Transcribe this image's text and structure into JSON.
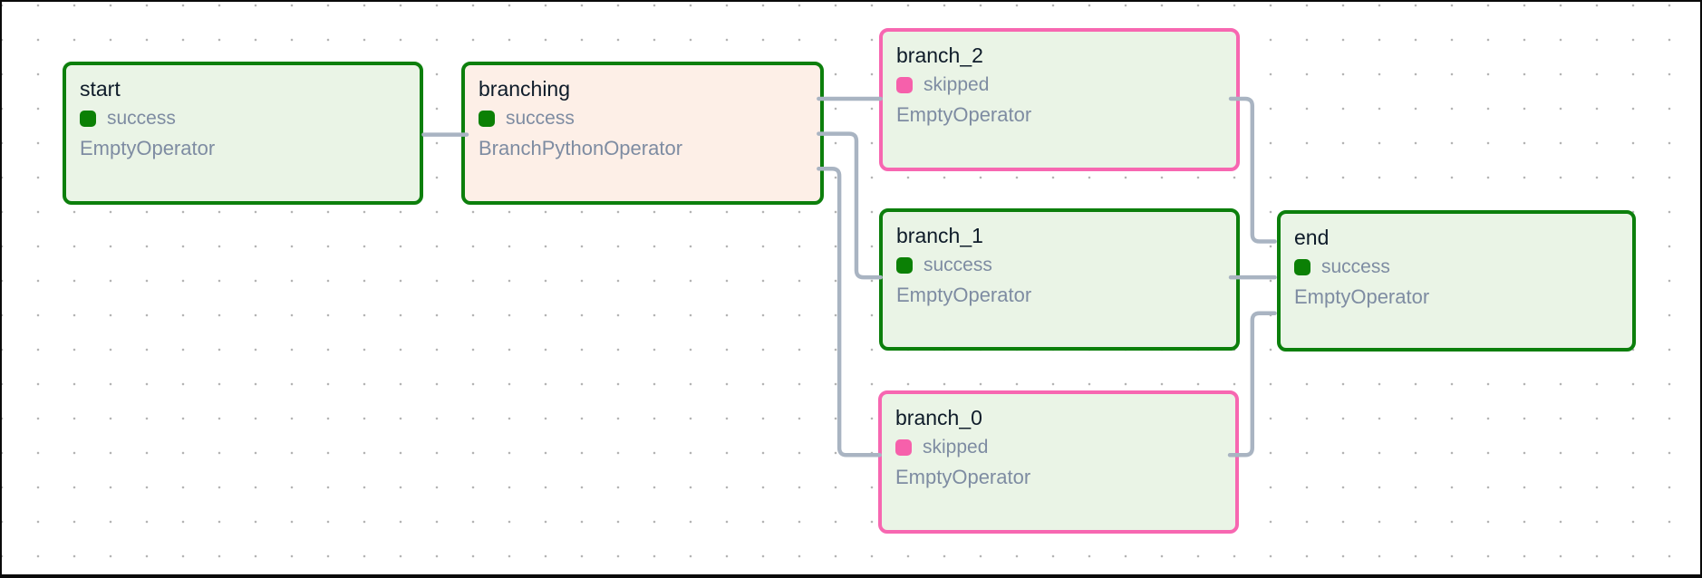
{
  "canvas": {
    "title": "DAG graph"
  },
  "colors": {
    "success": "#0b8005",
    "skipped": "#f660ab",
    "success_border": "#0c7f0c",
    "skipped_border": "#f767b1",
    "edge": "#a9b4c2",
    "node_bg_default": "#eaf4e6",
    "node_bg_branching": "#fdefe7",
    "title_text": "#0e1b29",
    "secondary_text": "#7e8ca2",
    "grid_dot": "#b4b4b4"
  },
  "graph": {
    "nodes": [
      {
        "id": "start",
        "label": "start",
        "state": "success",
        "operator": "EmptyOperator"
      },
      {
        "id": "branching",
        "label": "branching",
        "state": "success",
        "operator": "BranchPythonOperator"
      },
      {
        "id": "branch_2",
        "label": "branch_2",
        "state": "skipped",
        "operator": "EmptyOperator"
      },
      {
        "id": "branch_1",
        "label": "branch_1",
        "state": "success",
        "operator": "EmptyOperator"
      },
      {
        "id": "branch_0",
        "label": "branch_0",
        "state": "skipped",
        "operator": "EmptyOperator"
      },
      {
        "id": "end",
        "label": "end",
        "state": "success",
        "operator": "EmptyOperator"
      }
    ],
    "edges": [
      {
        "from": "start",
        "to": "branching"
      },
      {
        "from": "branching",
        "to": "branch_2"
      },
      {
        "from": "branching",
        "to": "branch_1"
      },
      {
        "from": "branching",
        "to": "branch_0"
      },
      {
        "from": "branch_2",
        "to": "end"
      },
      {
        "from": "branch_1",
        "to": "end"
      },
      {
        "from": "branch_0",
        "to": "end"
      }
    ]
  }
}
